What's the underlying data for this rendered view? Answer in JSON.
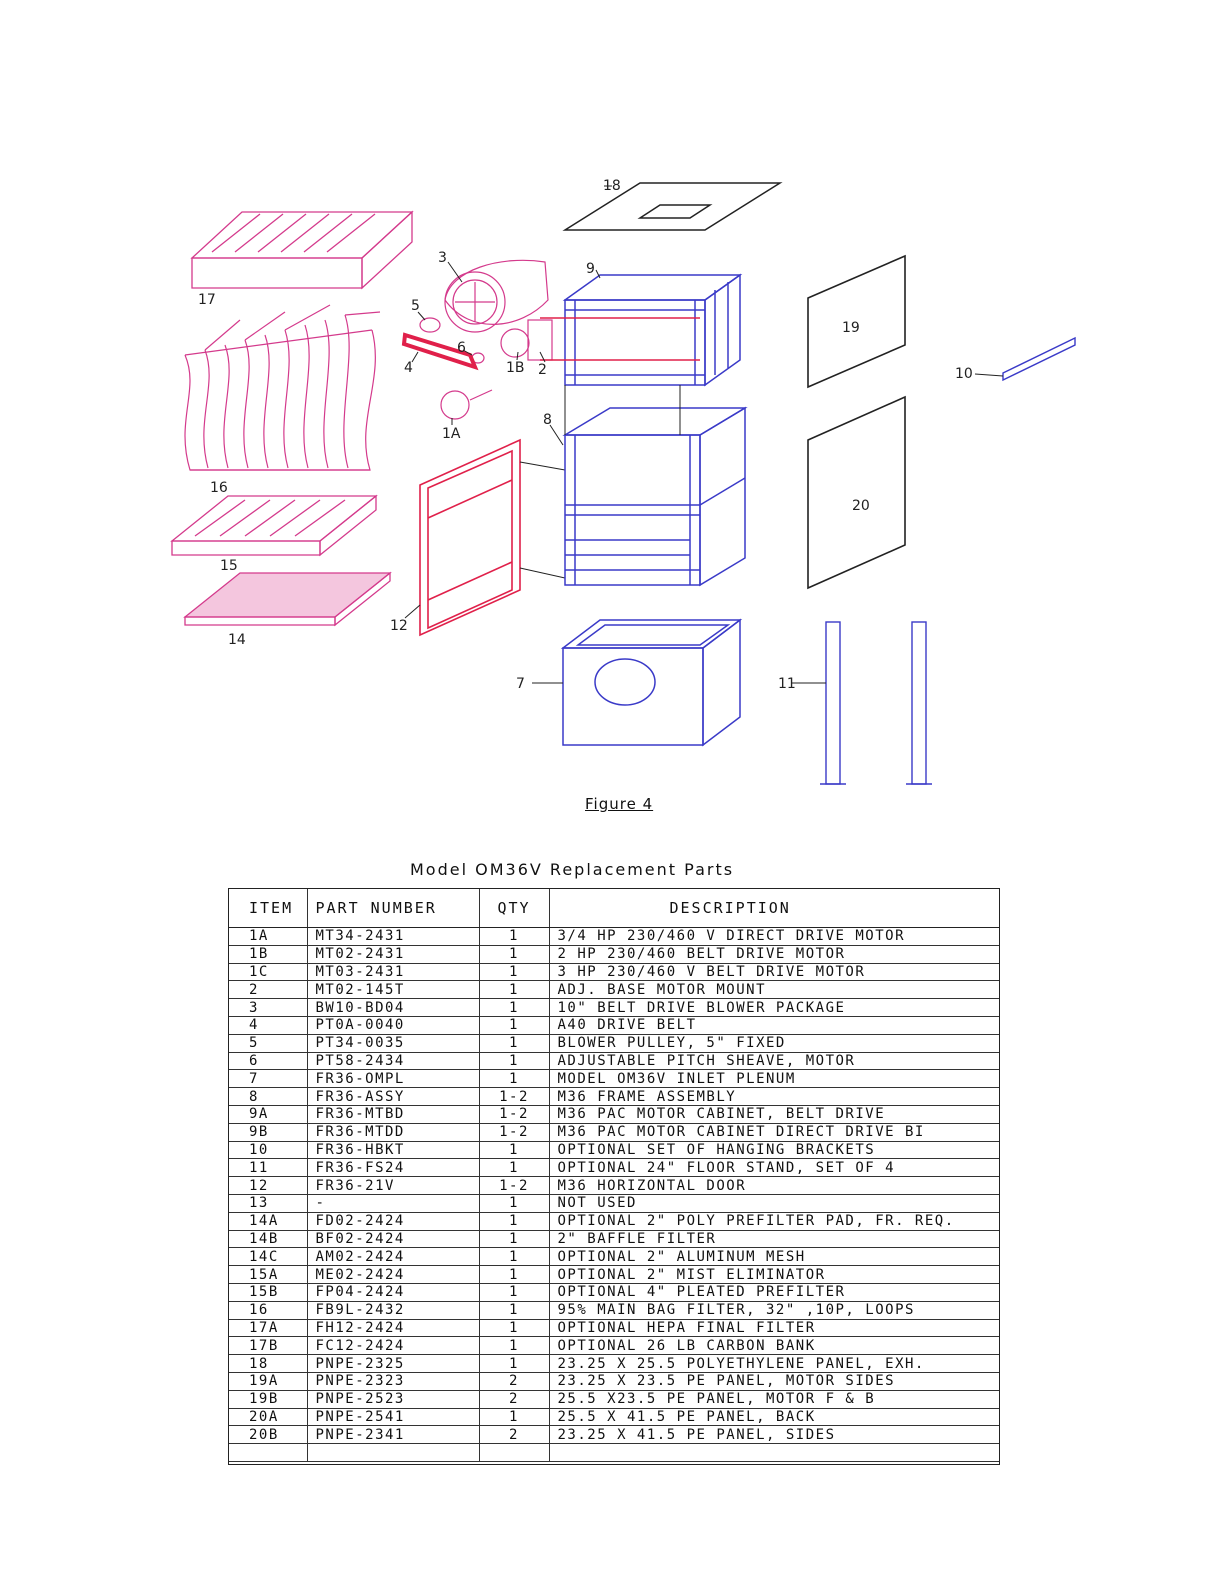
{
  "figure": {
    "caption": "Figure 4",
    "callouts": [
      "1A",
      "1B",
      "2",
      "3",
      "4",
      "5",
      "6",
      "7",
      "8",
      "9",
      "10",
      "11",
      "12",
      "14",
      "15",
      "16",
      "17",
      "18",
      "19",
      "20"
    ]
  },
  "table": {
    "title": "Model OM36V Replacement Parts",
    "headers": [
      "ITEM",
      "PART NUMBER",
      "QTY",
      "DESCRIPTION"
    ],
    "rows": [
      [
        "1A",
        "MT34-2431",
        "1",
        "3/4 HP 230/460 V DIRECT DRIVE MOTOR"
      ],
      [
        "1B",
        "MT02-2431",
        "1",
        "2 HP 230/460 BELT DRIVE MOTOR"
      ],
      [
        "1C",
        "MT03-2431",
        "1",
        "3 HP 230/460 V BELT DRIVE MOTOR"
      ],
      [
        "2",
        "MT02-145T",
        "1",
        "ADJ. BASE MOTOR MOUNT"
      ],
      [
        "3",
        "BW10-BD04",
        "1",
        "10\" BELT DRIVE BLOWER PACKAGE"
      ],
      [
        "4",
        "PT0A-0040",
        "1",
        "A40 DRIVE BELT"
      ],
      [
        "5",
        "PT34-0035",
        "1",
        "BLOWER PULLEY, 5\" FIXED"
      ],
      [
        "6",
        "PT58-2434",
        "1",
        "ADJUSTABLE PITCH SHEAVE, MOTOR"
      ],
      [
        "7",
        "FR36-OMPL",
        "1",
        "MODEL OM36V INLET PLENUM"
      ],
      [
        "8",
        "FR36-ASSY",
        "1-2",
        "M36 FRAME ASSEMBLY"
      ],
      [
        "9A",
        "FR36-MTBD",
        "1-2",
        "M36 PAC MOTOR CABINET, BELT DRIVE"
      ],
      [
        "9B",
        "FR36-MTDD",
        "1-2",
        "M36 PAC MOTOR CABINET DIRECT DRIVE BI"
      ],
      [
        "10",
        "FR36-HBKT",
        "1",
        "OPTIONAL SET OF HANGING BRACKETS"
      ],
      [
        "11",
        "FR36-FS24",
        "1",
        "OPTIONAL 24\" FLOOR STAND, SET OF 4"
      ],
      [
        "12",
        "FR36-21V",
        "1-2",
        "M36 HORIZONTAL DOOR"
      ],
      [
        "13",
        "-",
        "1",
        "NOT USED"
      ],
      [
        "14A",
        "FD02-2424",
        "1",
        "OPTIONAL 2\" POLY PREFILTER PAD, FR. REQ."
      ],
      [
        "14B",
        "BF02-2424",
        "1",
        "2\" BAFFLE FILTER"
      ],
      [
        "14C",
        "AM02-2424",
        "1",
        "OPTIONAL 2\" ALUMINUM MESH"
      ],
      [
        "15A",
        "ME02-2424",
        "1",
        "OPTIONAL 2\" MIST ELIMINATOR"
      ],
      [
        "15B",
        "FP04-2424",
        "1",
        "OPTIONAL 4\" PLEATED PREFILTER"
      ],
      [
        "16",
        "FB9L-2432",
        "1",
        "95% MAIN BAG FILTER, 32\" ,10P, LOOPS"
      ],
      [
        "17A",
        "FH12-2424",
        "1",
        "OPTIONAL HEPA FINAL FILTER"
      ],
      [
        "17B",
        "FC12-2424",
        "1",
        "OPTIONAL 26 LB CARBON BANK"
      ],
      [
        "18",
        "PNPE-2325",
        "1",
        "23.25 X 25.5 POLYETHYLENE PANEL, EXH."
      ],
      [
        "19A",
        "PNPE-2323",
        "2",
        "23.25 X 23.5 PE PANEL, MOTOR SIDES"
      ],
      [
        "19B",
        "PNPE-2523",
        "2",
        "25.5 X23.5 PE PANEL, MOTOR F & B"
      ],
      [
        "20A",
        "PNPE-2541",
        "1",
        "25.5 X 41.5 PE PANEL, BACK"
      ],
      [
        "20B",
        "PNPE-2341",
        "2",
        "23.25 X 41.5 PE PANEL, SIDES"
      ],
      [
        "",
        "",
        "",
        ""
      ]
    ]
  },
  "colors": {
    "frame": "#3a3ac8",
    "filter": "#d43a8c",
    "door": "#e0204a",
    "panel": "#222222"
  }
}
